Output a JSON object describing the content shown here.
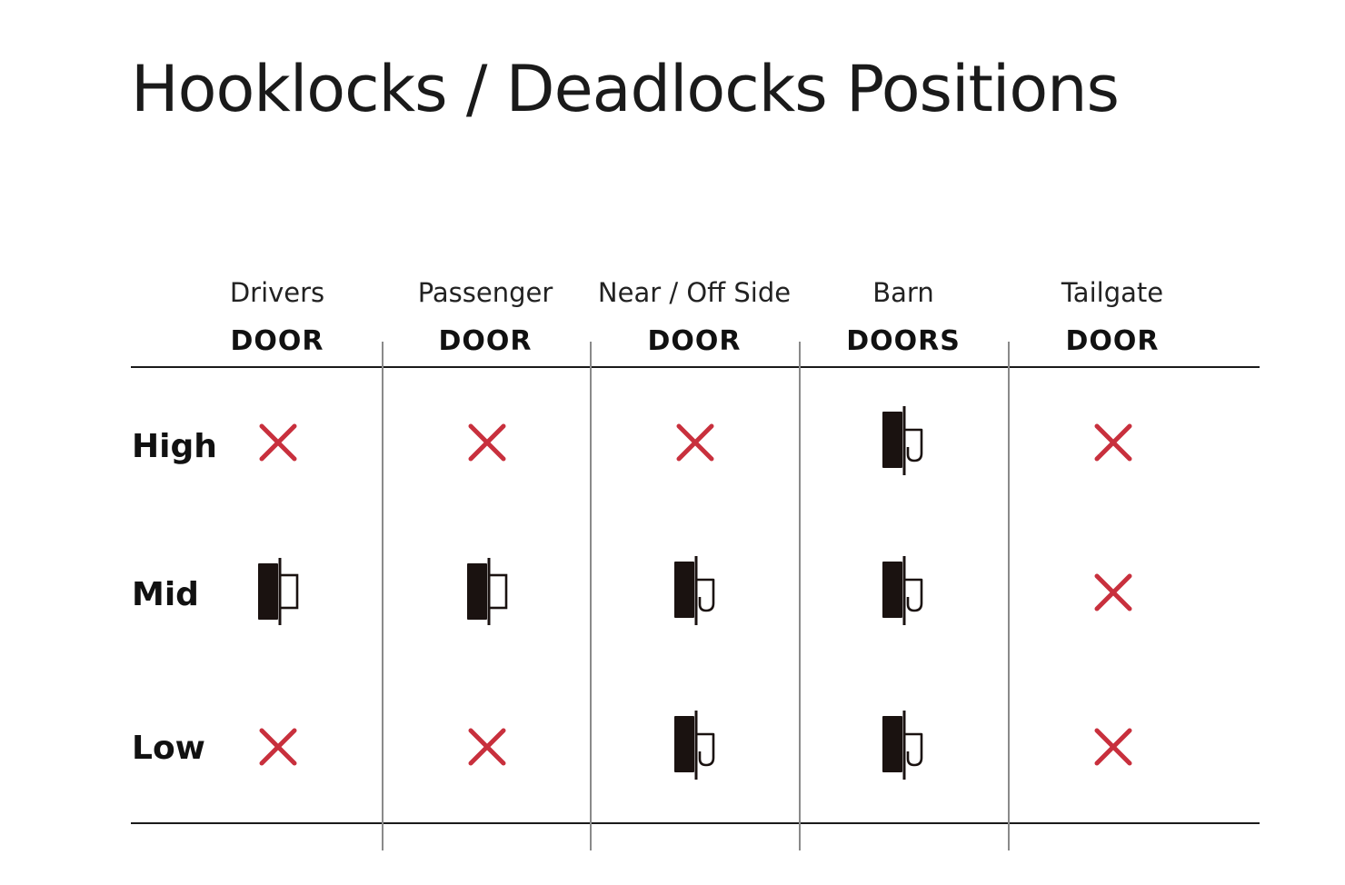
{
  "title": "Hooklocks / Deadlocks Positions",
  "columns": [
    {
      "subtitle": "Drivers",
      "label": "DOOR"
    },
    {
      "subtitle": "Passenger",
      "label": "DOOR"
    },
    {
      "subtitle": "Near / Off Side",
      "label": "DOOR"
    },
    {
      "subtitle": "Barn",
      "label": "DOORS"
    },
    {
      "subtitle": "Tailgate",
      "label": "DOOR"
    }
  ],
  "rows": [
    {
      "label": "High",
      "cells": [
        "none",
        "none",
        "none",
        "hooklock",
        "none"
      ]
    },
    {
      "label": "Mid",
      "cells": [
        "deadlock",
        "deadlock",
        "hooklock",
        "hooklock",
        "none"
      ]
    },
    {
      "label": "Low",
      "cells": [
        "none",
        "none",
        "hooklock",
        "hooklock",
        "none"
      ]
    }
  ],
  "icons": {
    "none": "cross-icon",
    "deadlock": "deadlock-icon",
    "hooklock": "hooklock-icon"
  },
  "colors": {
    "cross": "#c8303d",
    "lock": "#1a1210",
    "rule": "#1a1a1a",
    "divider": "#8a8a8a"
  }
}
